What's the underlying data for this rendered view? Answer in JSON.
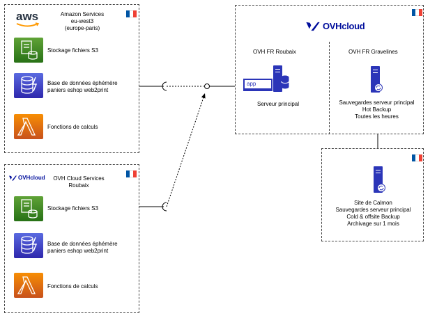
{
  "aws_group": {
    "logo_text": "aws",
    "title_lines": [
      "Amazon Services",
      "eu-west3",
      "(europe-paris)"
    ],
    "services": [
      {
        "label": "Stockage fichiers S3",
        "icon": "s3-bucket-icon"
      },
      {
        "label": "Base de données éphémère\npaniers eshop web2print",
        "icon": "dynamodb-icon"
      },
      {
        "label": "Fonctions de calculs",
        "icon": "lambda-icon"
      }
    ]
  },
  "ovh_services_group": {
    "logo_text": "OVHcloud",
    "title_lines": [
      "OVH Cloud Services",
      "Roubaix"
    ],
    "services": [
      {
        "label": "Stockage fichiers S3",
        "icon": "s3-bucket-icon"
      },
      {
        "label": "Base de données éphémère\npaniers eshop web2print",
        "icon": "dynamodb-icon"
      },
      {
        "label": "Fonctions de calculs",
        "icon": "lambda-icon"
      }
    ]
  },
  "ovh_datacenters": {
    "logo_text": "OVHcloud",
    "roubaix": {
      "title": "OVH FR Roubaix",
      "app_label": "app",
      "server_label": "Serveur principal"
    },
    "gravelines": {
      "title": "OVH FR Gravelines",
      "lines": [
        "Sauvegardes serveur principal",
        "Hot Backup",
        "Toutes les heures"
      ]
    }
  },
  "calmon": {
    "lines": [
      "Site de Calmon",
      "Sauvegardes serveur principal",
      "Cold & offsite Backup",
      "Archivage sur 1 mois"
    ]
  },
  "colors": {
    "flag_blue": "#0055a4",
    "flag_white": "#ffffff",
    "flag_red": "#ef4135",
    "ovh_blue": "#000e9c",
    "server_blue": "#2b35b8"
  }
}
